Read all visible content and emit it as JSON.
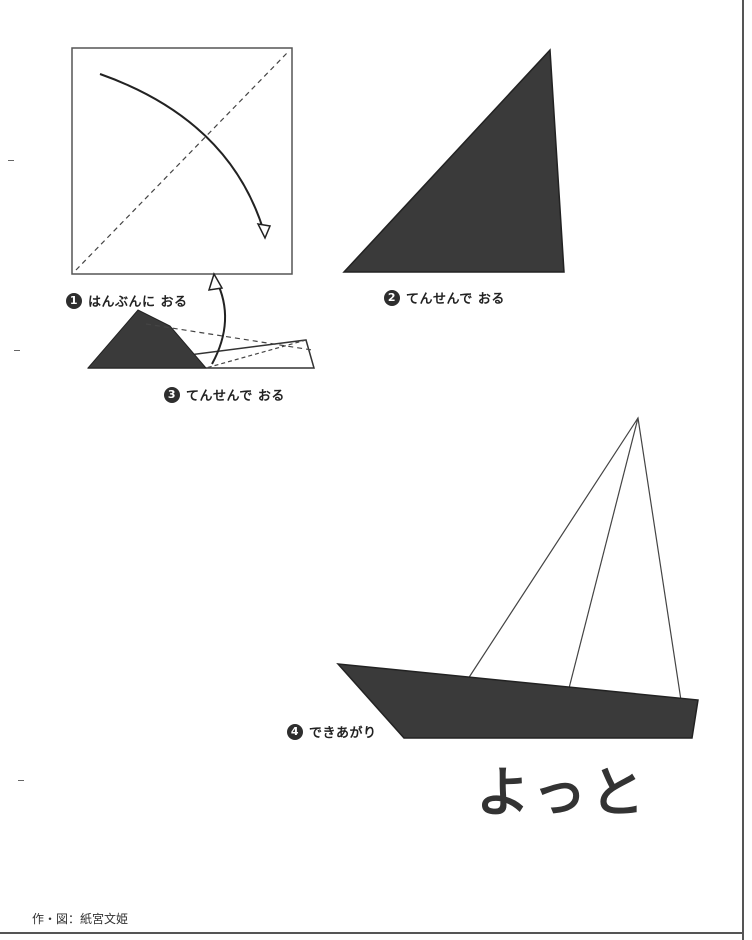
{
  "steps": [
    {
      "number": "1",
      "caption": "はんぶんに おる"
    },
    {
      "number": "2",
      "caption": "てんせんで おる"
    },
    {
      "number": "3",
      "caption": "てんせんで おる"
    },
    {
      "number": "4",
      "caption": "できあがり"
    }
  ],
  "title": "よっと",
  "credit": "作・図：紙宮文姫",
  "colors": {
    "paper_fill": "#3a3a3a",
    "line": "#333333"
  }
}
